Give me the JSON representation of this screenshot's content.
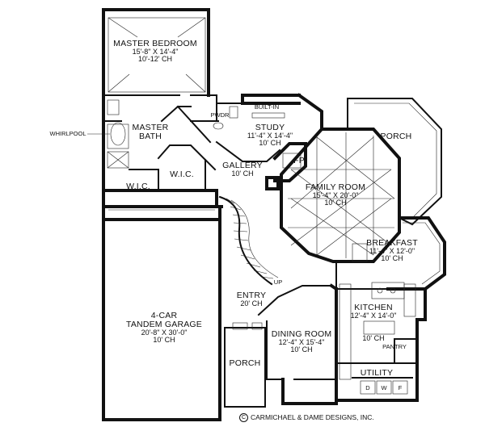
{
  "rooms": {
    "master_bedroom": {
      "name": "MASTER BEDROOM",
      "dims": "15'-8\" X 14'-4\"",
      "ceiling": "10'-12' CH"
    },
    "master_bath": {
      "name": "MASTER",
      "name2": "BATH"
    },
    "wic_1": {
      "name": "W.I.C."
    },
    "wic_2": {
      "name": "W.I.C."
    },
    "pwdr": {
      "name": "PWDR"
    },
    "builtin": {
      "name": "BUILT-IN"
    },
    "study": {
      "name": "STUDY",
      "dims": "11'-4\" X 14'-4\"",
      "ceiling": "10' CH"
    },
    "gallery": {
      "name": "GALLERY",
      "ceiling": "10' CH"
    },
    "fp": {
      "name": "FP"
    },
    "family_room": {
      "name": "FAMILY ROOM",
      "dims": "15'-4\" X 20'-0\"",
      "ceiling": "10' CH"
    },
    "porch_top": {
      "name": "PORCH"
    },
    "breakfast": {
      "name": "BREAKFAST",
      "dims": "11'-4\" X 12'-0\"",
      "ceiling": "10' CH"
    },
    "kitchen": {
      "name": "KITCHEN",
      "dims": "12'-4\" X 14'-0\"",
      "ceiling": "10' CH"
    },
    "pantry": {
      "name": "PANTRY"
    },
    "utility": {
      "name": "UTILITY"
    },
    "entry": {
      "name": "ENTRY",
      "ceiling": "20' CH"
    },
    "up": {
      "name": "UP"
    },
    "dining": {
      "name": "DINING ROOM",
      "dims": "12'-4\" X 15'-4\"",
      "ceiling": "10' CH"
    },
    "porch_bottom": {
      "name": "PORCH"
    },
    "garage": {
      "name": "4-CAR",
      "name2": "TANDEM GARAGE",
      "dims": "20'-8\" X 30'-0\"",
      "ceiling": "10' CH"
    }
  },
  "appliances": {
    "d": "D",
    "w": "W",
    "f": "F"
  },
  "callouts": {
    "whirlpool": "WHIRLPOOL"
  },
  "copyright": {
    "symbol": "C",
    "text": "CARMICHAEL & DAME DESIGNS, INC."
  }
}
